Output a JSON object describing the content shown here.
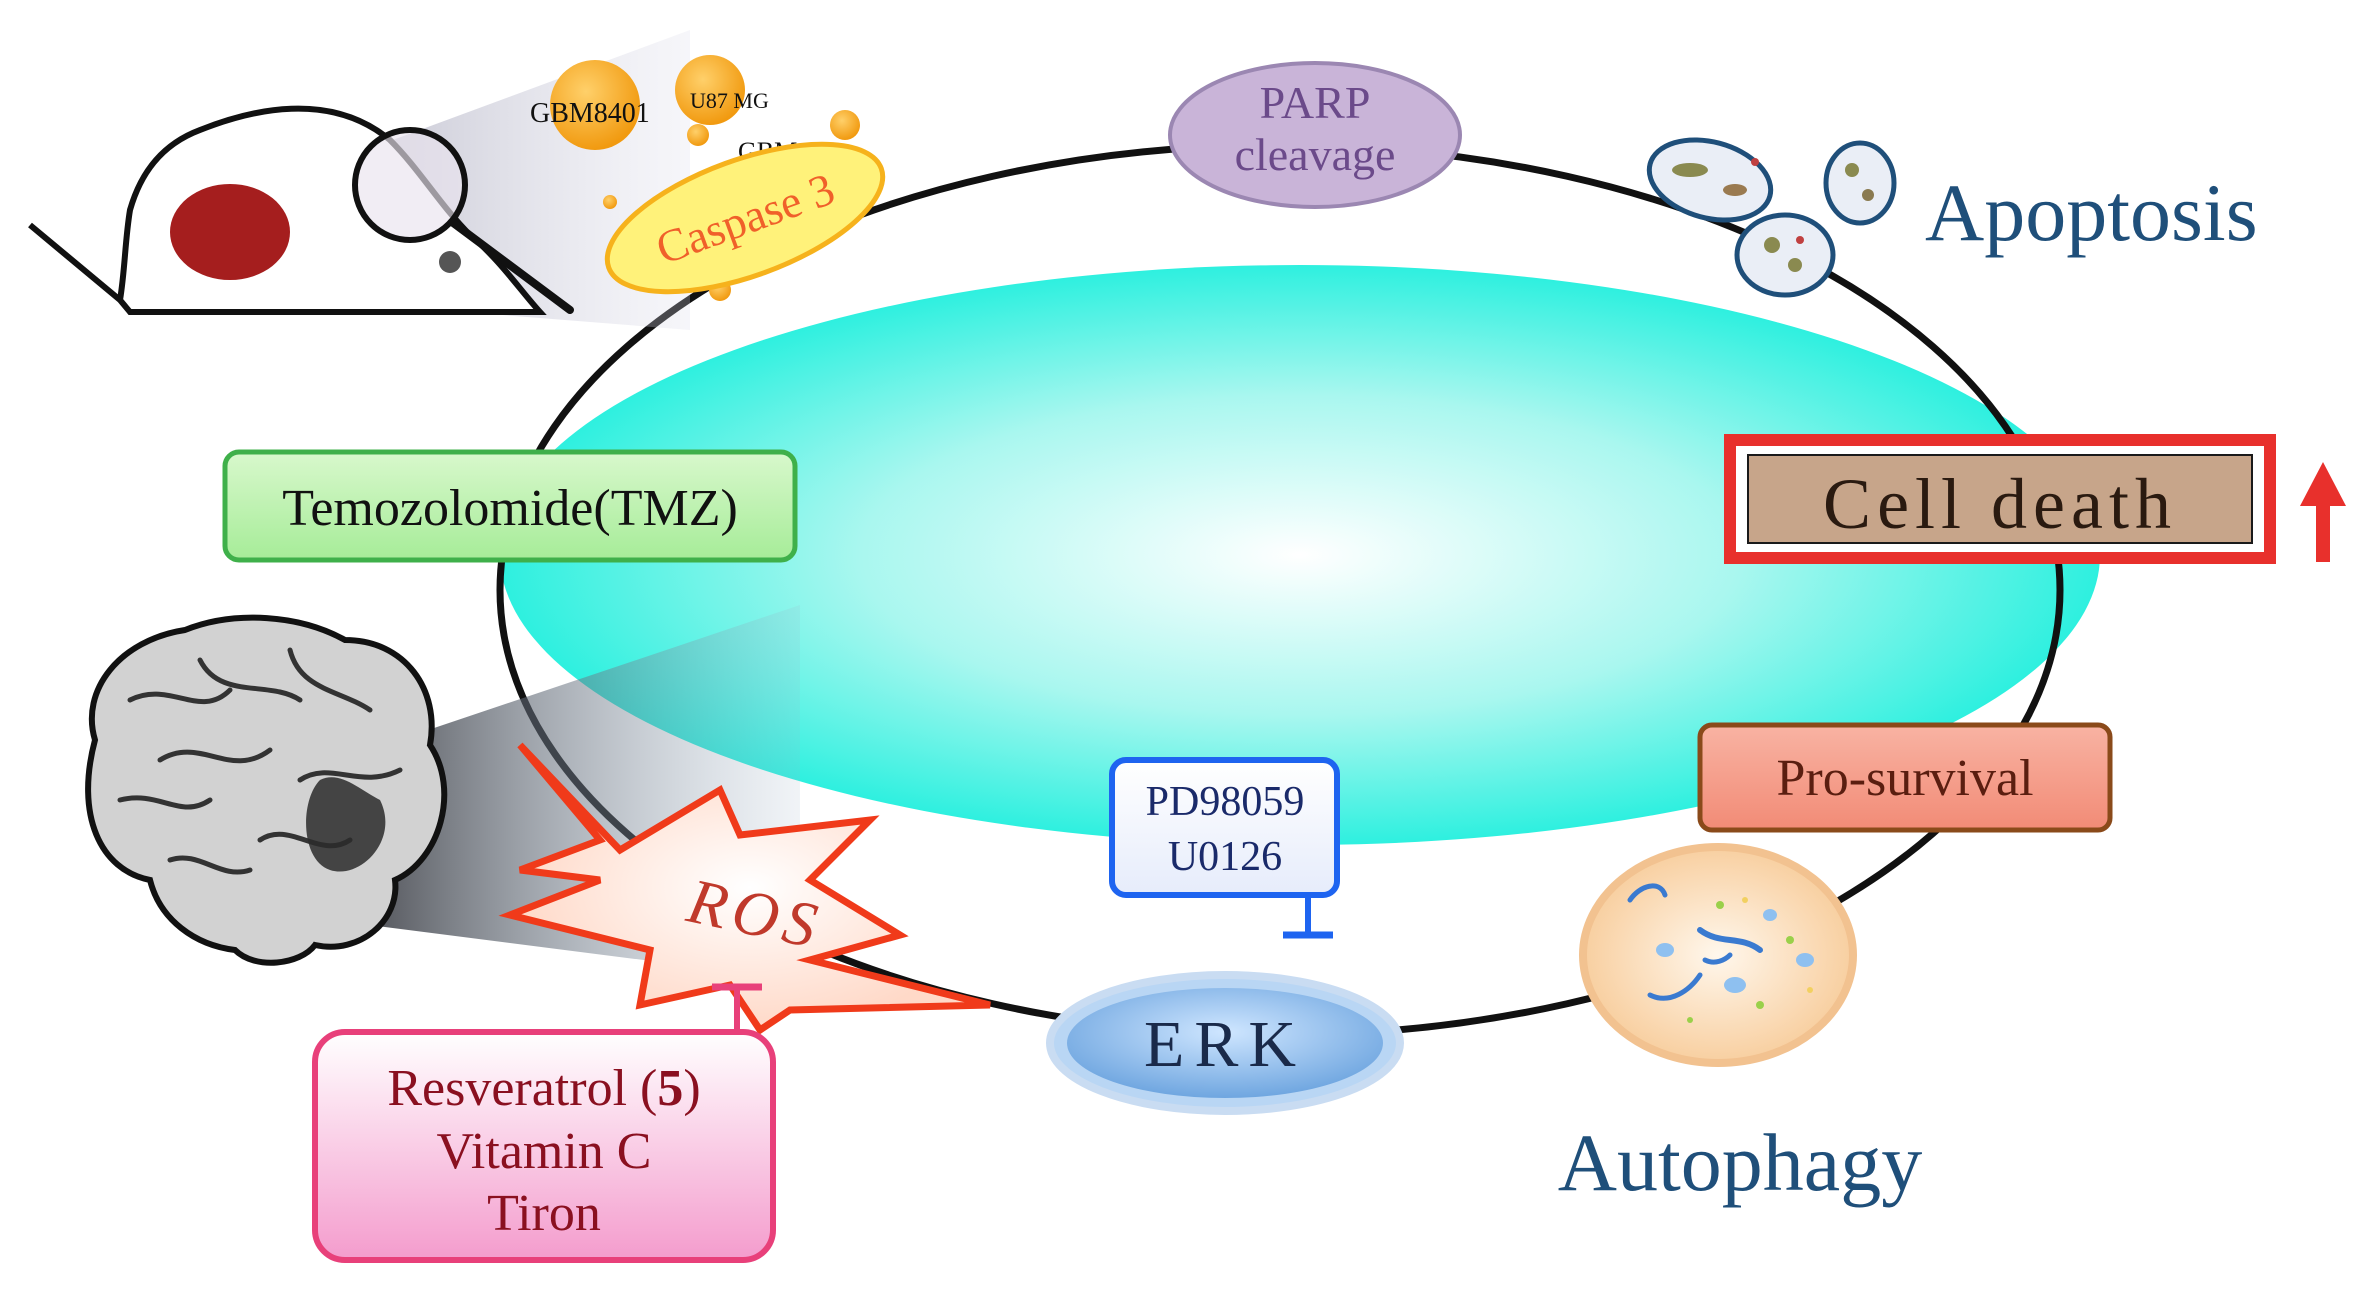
{
  "labels": {
    "parp_line1": "PARP",
    "parp_line2": "cleavage",
    "caspase": "Caspase 3",
    "gbm8401": "GBM8401",
    "u87mg": "U87 MG",
    "gbm": "GBM",
    "apoptosis": "Apoptosis",
    "cell_death": "Cell death",
    "tmz": "Temozolomide(TMZ)",
    "pro_survival": "Pro-survival",
    "pd_line1": "PD98059",
    "pd_line2": "U0126",
    "erk": "ERK",
    "ros": "ROS",
    "autophagy": "Autophagy",
    "resveratrol_prefix": "Resveratrol (",
    "resveratrol_num": "5",
    "resveratrol_suffix": ")",
    "vitamin_c": "Vitamin C",
    "tiron": "Tiron"
  },
  "icons": {
    "mouse": "mouse-icon",
    "magnifier": "magnifier-icon",
    "brain": "brain-icon",
    "apoptotic_cells": "apoptotic-cells-icon",
    "autophagy_cell": "autophagy-cell-icon",
    "arrow": "up-arrow-icon",
    "inhibitor": "inhibitor-bar-icon"
  },
  "colors": {
    "center_fill": "#2ef0df",
    "parp_fill": "#c9b4d8",
    "caspase_fill": "#fff27a",
    "caspase_text": "#f0602a",
    "apoptosis_text": "#1f4f7a",
    "cell_death_fill": "#c7a58a",
    "cell_death_border": "#e8302c",
    "arrow": "#e8302c",
    "tmz_fill": "#b9f1ad",
    "tmz_border": "#3fb04a",
    "pro_survival_fill": "#f49a86",
    "pd_border": "#1e64f0",
    "pd_text": "#1a2a6a",
    "erk_fill": "#7fb5e8",
    "ros_border": "#f03a1a",
    "ros_text": "#c0392b",
    "resveratrol_fill": "#f7bfdc",
    "resveratrol_border": "#e8407a",
    "resveratrol_text": "#8a1020",
    "orange_blob": "#f6a21c"
  }
}
